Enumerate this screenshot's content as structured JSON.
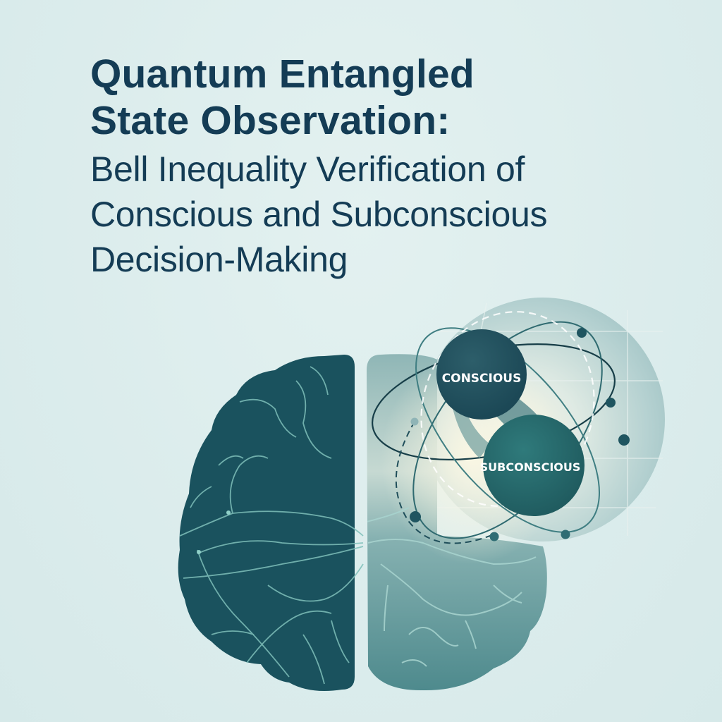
{
  "title": {
    "line1": "Quantum Entangled",
    "line2": "State Observation:",
    "subtitle_line1": "Bell Inequality Verification of",
    "subtitle_line2": "Conscious and Subconscious",
    "subtitle_line3": "Decision-Making"
  },
  "illustration": {
    "left_hemisphere": "dark-teal-brain-hemisphere",
    "right_hemisphere": "light-teal-brain-hemisphere",
    "nodes": [
      {
        "label": "CONSCIOUS",
        "color": "#1f4e5c"
      },
      {
        "label": "SUBCONSCIOUS",
        "color": "#2a6b6e"
      }
    ]
  },
  "colors": {
    "background": "#ddeeee",
    "title_text": "#143c55",
    "left_brain": "#1a525e",
    "right_brain": "#5a9194",
    "vein": "#8fc9c4",
    "orbit": "#2f6a70"
  }
}
